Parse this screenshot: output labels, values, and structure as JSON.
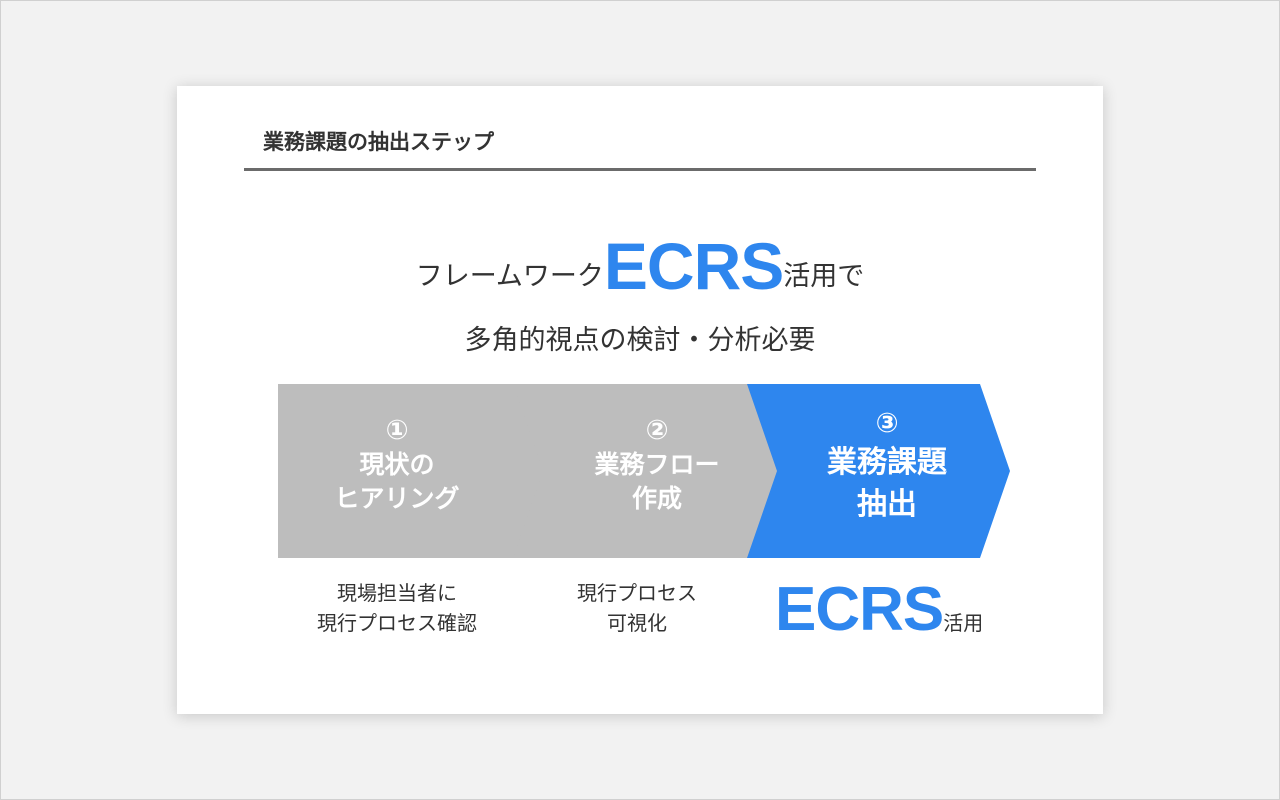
{
  "title": "業務課題の抽出ステップ",
  "headline": {
    "prefix": "フレームワーク",
    "highlight": "ECRS",
    "suffix": "活用で",
    "line2": "多角的視点の検討・分析必要"
  },
  "steps": [
    {
      "num": "①",
      "line1": "現状の",
      "line2": "ヒアリング",
      "desc1": "現場担当者に",
      "desc2": "現行プロセス確認",
      "active": false
    },
    {
      "num": "②",
      "line1": "業務フロー",
      "line2": "作成",
      "desc1": "現行プロセス",
      "desc2": "可視化",
      "active": false
    },
    {
      "num": "③",
      "line1": "業務課題",
      "line2": "抽出",
      "desc_highlight": "ECRS",
      "desc_suffix": "活用",
      "active": true
    }
  ],
  "colors": {
    "accent": "#2e86ee",
    "inactive": "#bdbdbd"
  }
}
